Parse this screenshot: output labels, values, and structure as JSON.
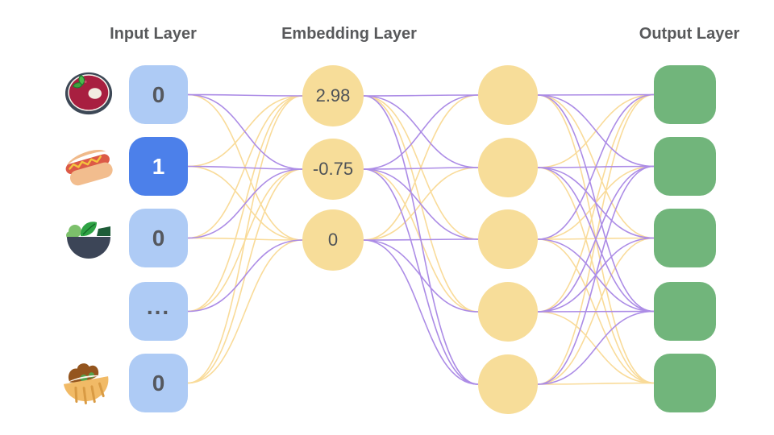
{
  "titles": {
    "input": "Input Layer",
    "embedding": "Embedding Layer",
    "output": "Output Layer"
  },
  "palette": {
    "wire_purple": "#AC8CE6",
    "wire_yellow": "#F9DB99",
    "input_box": "#AECBF5",
    "input_box_active": "#4C80EA",
    "node_yellow": "#F7DD99",
    "output_green": "#71B57B",
    "title_gray": "#58595b"
  },
  "input_layer": {
    "nodes": [
      {
        "label": "0",
        "active": false,
        "icon": "borscht-soup"
      },
      {
        "label": "1",
        "active": true,
        "icon": "hot-dog"
      },
      {
        "label": "0",
        "active": false,
        "icon": "green-salad"
      },
      {
        "label": "...",
        "active": false,
        "icon": ""
      },
      {
        "label": "0",
        "active": false,
        "icon": "stuffed-flatbread"
      }
    ]
  },
  "embedding_layer": {
    "nodes": [
      {
        "label": "2.98"
      },
      {
        "label": "-0.75"
      },
      {
        "label": "0"
      }
    ]
  },
  "hidden_layer": {
    "node_count": 5
  },
  "output_layer": {
    "node_count": 5
  },
  "connections": {
    "input_to_embedding": [
      {
        "from": 0,
        "to": 0,
        "color": "purple"
      },
      {
        "from": 0,
        "to": 1,
        "color": "purple"
      },
      {
        "from": 0,
        "to": 2,
        "color": "yellow"
      },
      {
        "from": 1,
        "to": 0,
        "color": "yellow"
      },
      {
        "from": 1,
        "to": 1,
        "color": "purple"
      },
      {
        "from": 1,
        "to": 2,
        "color": "yellow"
      },
      {
        "from": 2,
        "to": 0,
        "color": "yellow"
      },
      {
        "from": 2,
        "to": 1,
        "color": "purple"
      },
      {
        "from": 2,
        "to": 2,
        "color": "yellow"
      },
      {
        "from": 3,
        "to": 0,
        "color": "yellow"
      },
      {
        "from": 3,
        "to": 1,
        "color": "yellow"
      },
      {
        "from": 3,
        "to": 2,
        "color": "purple"
      },
      {
        "from": 4,
        "to": 0,
        "color": "yellow"
      },
      {
        "from": 4,
        "to": 1,
        "color": "yellow"
      },
      {
        "from": 4,
        "to": 2,
        "color": "yellow"
      }
    ],
    "embedding_to_hidden": [
      {
        "from": 0,
        "to": 0,
        "color": "purple"
      },
      {
        "from": 0,
        "to": 1,
        "color": "purple"
      },
      {
        "from": 0,
        "to": 2,
        "color": "yellow"
      },
      {
        "from": 0,
        "to": 3,
        "color": "yellow"
      },
      {
        "from": 0,
        "to": 4,
        "color": "purple"
      },
      {
        "from": 1,
        "to": 0,
        "color": "purple"
      },
      {
        "from": 1,
        "to": 1,
        "color": "purple"
      },
      {
        "from": 1,
        "to": 2,
        "color": "purple"
      },
      {
        "from": 1,
        "to": 3,
        "color": "yellow"
      },
      {
        "from": 1,
        "to": 4,
        "color": "purple"
      },
      {
        "from": 2,
        "to": 0,
        "color": "yellow"
      },
      {
        "from": 2,
        "to": 1,
        "color": "yellow"
      },
      {
        "from": 2,
        "to": 2,
        "color": "purple"
      },
      {
        "from": 2,
        "to": 3,
        "color": "purple"
      },
      {
        "from": 2,
        "to": 4,
        "color": "purple"
      }
    ],
    "hidden_to_output": [
      {
        "from": 0,
        "to": 0,
        "color": "purple"
      },
      {
        "from": 0,
        "to": 1,
        "color": "purple"
      },
      {
        "from": 0,
        "to": 2,
        "color": "yellow"
      },
      {
        "from": 0,
        "to": 3,
        "color": "purple"
      },
      {
        "from": 0,
        "to": 4,
        "color": "yellow"
      },
      {
        "from": 1,
        "to": 0,
        "color": "yellow"
      },
      {
        "from": 1,
        "to": 1,
        "color": "purple"
      },
      {
        "from": 1,
        "to": 2,
        "color": "purple"
      },
      {
        "from": 1,
        "to": 3,
        "color": "purple"
      },
      {
        "from": 1,
        "to": 4,
        "color": "yellow"
      },
      {
        "from": 2,
        "to": 0,
        "color": "purple"
      },
      {
        "from": 2,
        "to": 1,
        "color": "yellow"
      },
      {
        "from": 2,
        "to": 2,
        "color": "yellow"
      },
      {
        "from": 2,
        "to": 3,
        "color": "purple"
      },
      {
        "from": 2,
        "to": 4,
        "color": "yellow"
      },
      {
        "from": 3,
        "to": 0,
        "color": "yellow"
      },
      {
        "from": 3,
        "to": 1,
        "color": "purple"
      },
      {
        "from": 3,
        "to": 2,
        "color": "purple"
      },
      {
        "from": 3,
        "to": 3,
        "color": "purple"
      },
      {
        "from": 3,
        "to": 4,
        "color": "yellow"
      },
      {
        "from": 4,
        "to": 0,
        "color": "yellow"
      },
      {
        "from": 4,
        "to": 1,
        "color": "purple"
      },
      {
        "from": 4,
        "to": 2,
        "color": "yellow"
      },
      {
        "from": 4,
        "to": 3,
        "color": "purple"
      },
      {
        "from": 4,
        "to": 4,
        "color": "yellow"
      }
    ]
  }
}
